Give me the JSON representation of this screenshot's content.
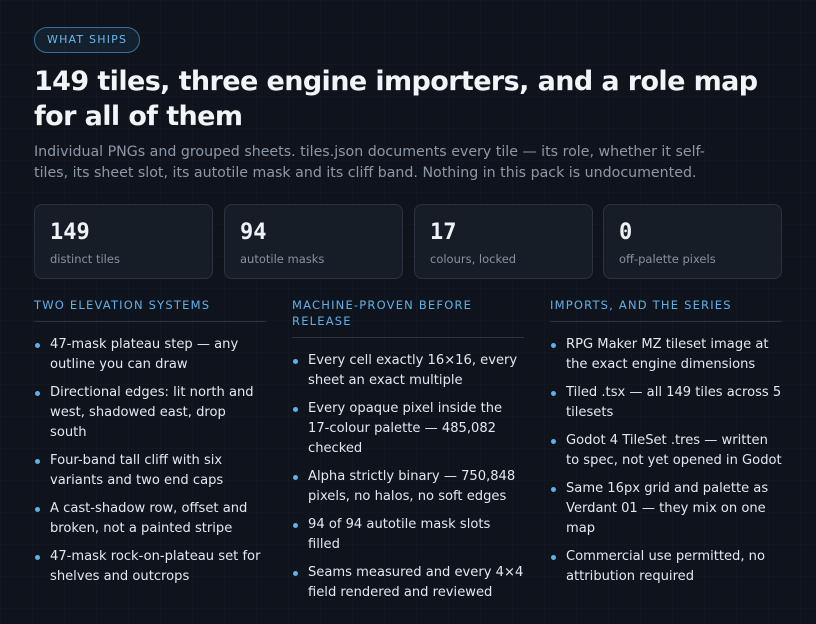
{
  "badge": "WHAT SHIPS",
  "title": "149 tiles, three engine importers, and a role map for all of them",
  "intro": "Individual PNGs and grouped sheets. tiles.json documents every tile — its role, whether it self-tiles, its sheet slot, its autotile mask and its cliff band. Nothing in this pack is undocumented.",
  "stats": [
    {
      "value": "149",
      "label": "distinct tiles"
    },
    {
      "value": "94",
      "label": "autotile masks"
    },
    {
      "value": "17",
      "label": "colours, locked"
    },
    {
      "value": "0",
      "label": "off-palette pixels"
    }
  ],
  "columns": [
    {
      "heading": "TWO ELEVATION SYSTEMS",
      "items": [
        "47-mask plateau step — any outline you can draw",
        "Directional edges: lit north and west, shadowed east, drop south",
        "Four-band tall cliff with six variants and two end caps",
        "A cast-shadow row, offset and broken, not a painted stripe",
        "47-mask rock-on-plateau set for shelves and outcrops"
      ]
    },
    {
      "heading": "MACHINE-PROVEN BEFORE RELEASE",
      "items": [
        "Every cell exactly 16×16, every sheet an exact multiple",
        "Every opaque pixel inside the 17-colour palette — 485,082 checked",
        "Alpha strictly binary — 750,848 pixels, no halos, no soft edges",
        "94 of 94 autotile mask slots filled",
        "Seams measured and every 4×4 field rendered and reviewed"
      ]
    },
    {
      "heading": "IMPORTS, AND THE SERIES",
      "items": [
        "RPG Maker MZ tileset image at the exact engine dimensions",
        "Tiled .tsx — all 149 tiles across 5 tilesets",
        "Godot 4 TileSet .tres — written to spec, not yet opened in Godot",
        "Same 16px grid and palette as Verdant 01 — they mix on one map",
        "Commercial use permitted, no attribution required"
      ]
    }
  ]
}
